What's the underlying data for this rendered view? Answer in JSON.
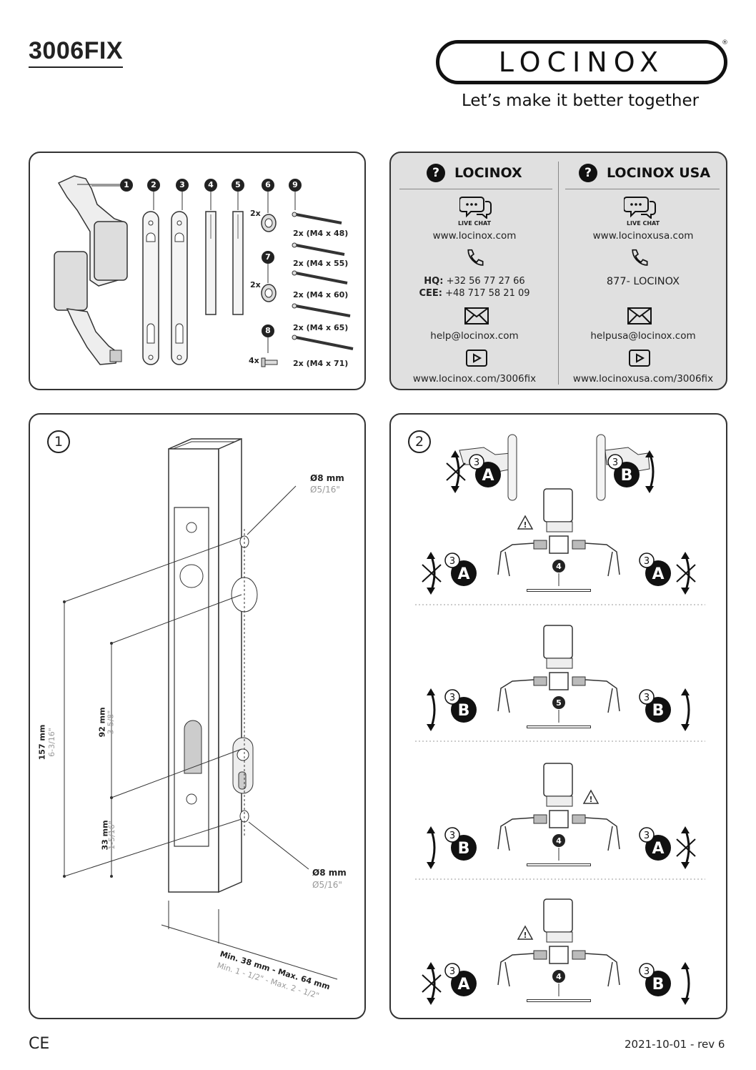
{
  "header": {
    "product_code": "3006FIX",
    "brand": "LOCINOX",
    "registered": "®",
    "tagline": "Let’s make it better together"
  },
  "parts": {
    "numbers": [
      "1",
      "2",
      "3",
      "4",
      "5",
      "6",
      "7",
      "8",
      "9"
    ],
    "qty_6": "2x",
    "qty_7": "2x",
    "qty_8": "4x",
    "screws": [
      "2x (M4 x 48)",
      "2x (M4 x 55)",
      "2x (M4 x 60)",
      "2x (M4 x 65)",
      "2x (M4 x 71)"
    ]
  },
  "contact": {
    "left": {
      "heading": "LOCINOX",
      "chat_label": "LIVE CHAT",
      "website": "www.locinox.com",
      "hq_label": "HQ:",
      "hq_phone": "+32 56 77 27 66",
      "cee_label": "CEE:",
      "cee_phone": "+48 717 58 21 09",
      "email": "help@locinox.com",
      "video": "www.locinox.com/3006fix"
    },
    "right": {
      "heading": "LOCINOX USA",
      "chat_label": "LIVE CHAT",
      "website": "www.locinoxusa.com",
      "phone": "877- LOCINOX",
      "email": "helpusa@locinox.com",
      "video": "www.locinoxusa.com/3006fix"
    },
    "icons": [
      "question-icon",
      "chat-icon",
      "phone-icon",
      "mail-icon",
      "play-icon"
    ]
  },
  "step1": {
    "number": "1",
    "hole_top_mm": "Ø8 mm",
    "hole_top_in": "Ø5/16\"",
    "hole_bottom_mm": "Ø8 mm",
    "hole_bottom_in": "Ø5/16\"",
    "dim_157_mm": "157 mm",
    "dim_157_in": "6-3/16\"",
    "dim_92_mm": "92 mm",
    "dim_92_in": "3-5/8\"",
    "dim_33_mm": "33 mm",
    "dim_33_in": "1-5/16\"",
    "width_mm": "Min. 38 mm - Max. 64 mm",
    "width_in": "Min. 1 - 1/2\" - Max. 2 - 1/2\""
  },
  "step2": {
    "number": "2",
    "badge_num": "3",
    "warning": "!",
    "configs": [
      {
        "left": "A",
        "right": "A",
        "spindle": "4",
        "left_allowed": false,
        "right_allowed": false
      },
      {
        "left": "B",
        "right": "B",
        "spindle": "5",
        "left_allowed": true,
        "right_allowed": true
      },
      {
        "left": "B",
        "right": "A",
        "spindle": "4",
        "left_allowed": true,
        "right_allowed": false
      },
      {
        "left": "A",
        "right": "B",
        "spindle": "4",
        "left_allowed": false,
        "right_allowed": true
      }
    ],
    "top_left": "A",
    "top_right": "B"
  },
  "footer": {
    "ce": "CE",
    "revision": "2021-10-01 - rev 6"
  }
}
